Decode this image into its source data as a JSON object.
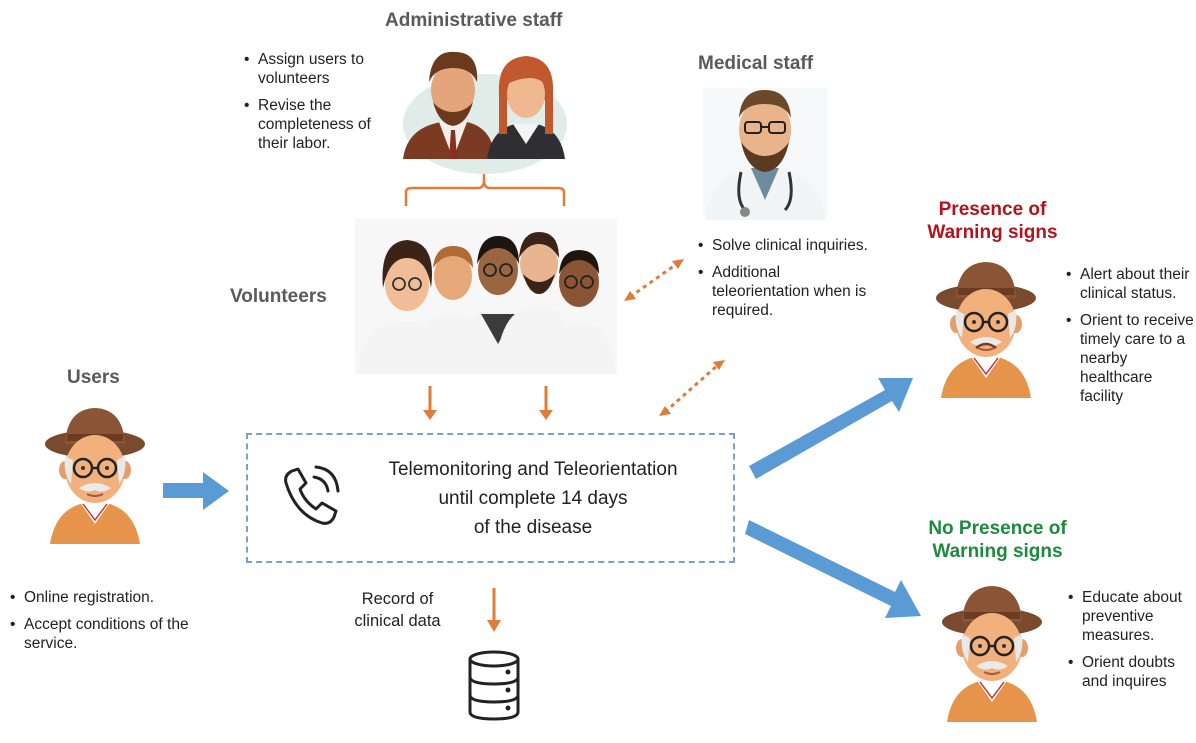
{
  "admin": {
    "title": "Administrative staff",
    "bullets": [
      "Assign users to volunteers",
      "Revise the completeness of their labor."
    ]
  },
  "medical": {
    "title": "Medical staff",
    "bullets": [
      "Solve clinical inquiries.",
      "Additional teleorientation when is required."
    ]
  },
  "volunteers": {
    "title": "Volunteers"
  },
  "users": {
    "title": "Users",
    "bullets": [
      "Online registration.",
      "Accept conditions of the service."
    ]
  },
  "center": {
    "line1": "Telemonitoring and Teleorientation",
    "line2": "until complete 14 days",
    "line3": "of the disease"
  },
  "record": {
    "label_line1": "Record of",
    "label_line2": "clinical data"
  },
  "warning": {
    "title_line1": "Presence of",
    "title_line2": "Warning signs",
    "bullets": [
      "Alert about their clinical status.",
      "Orient to receive timely care to a nearby healthcare facility"
    ]
  },
  "no_warning": {
    "title_line1": "No Presence of",
    "title_line2": "Warning signs",
    "bullets": [
      "Educate about preventive measures.",
      "Orient doubts and inquires"
    ]
  },
  "colors": {
    "blue_arrow": "#5b9bd5",
    "orange_arrow": "#e07b39",
    "warning_red": "#b0141c",
    "safe_green": "#1e8a3e"
  }
}
